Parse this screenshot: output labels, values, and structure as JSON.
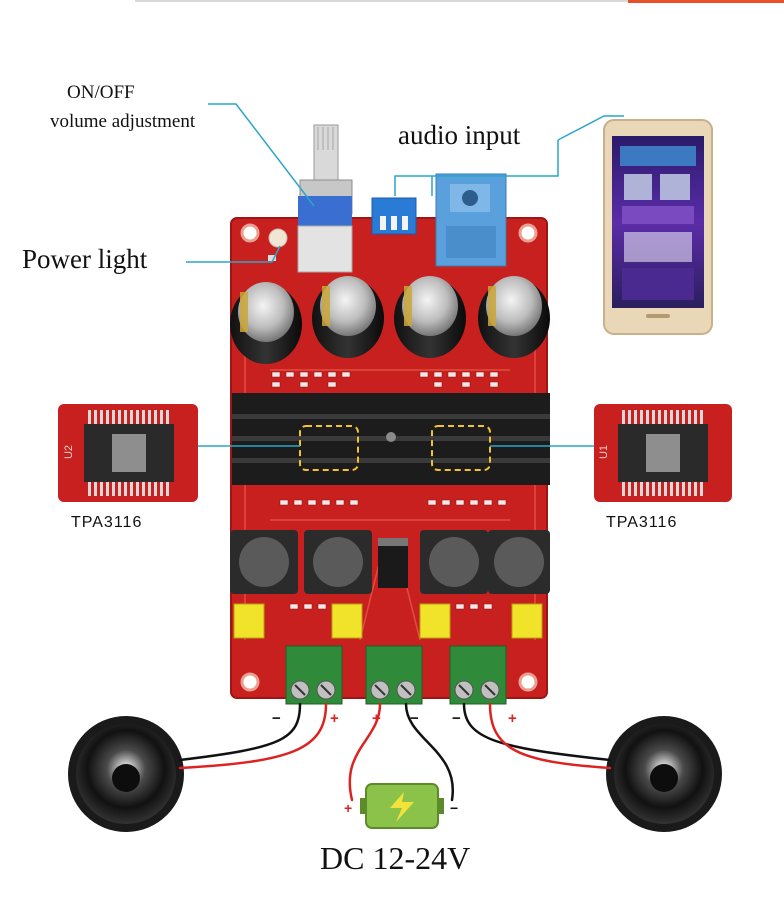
{
  "labels": {
    "onoff": "ON/OFF",
    "volume": "volume adjustment",
    "audio_input": "audio input",
    "power_light": "Power light",
    "chip_left": "TPA3116",
    "chip_right": "TPA3116",
    "power_supply": "DC 12-24V"
  },
  "chip_marks": {
    "left_designator": "U2",
    "right_designator": "U1"
  },
  "colors": {
    "board": "#c8201e",
    "heatsink": "#1c1c1c",
    "callout_line": "#2aa6c9",
    "pot_knob": "#3a6fd1",
    "audio_jack": "#5aa0dd",
    "terminal": "#2f8a3a",
    "battery": "#8bc34a",
    "highlight": "#f2c230"
  },
  "polarity": {
    "plus": "+",
    "minus": "−"
  }
}
